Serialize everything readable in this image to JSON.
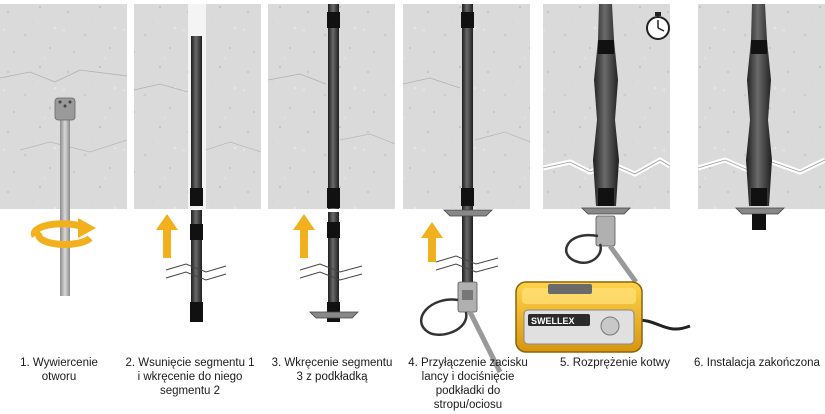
{
  "steps": [
    {
      "caption": "1. Wywiercenie\notworu"
    },
    {
      "caption": "2. Wsunięcie segmentu 1\ni wkręcenie do niego\nsegmentu 2"
    },
    {
      "caption": "3. Wkręcenie segmentu\n3 z podkładką"
    },
    {
      "caption": "4. Przyłączenie zacisku\nlancy i dociśnięcie\npodkładki do\nstropu/ociosu"
    },
    {
      "caption": "5. Rozprężenie kotwy"
    },
    {
      "caption": "6. Instalacja zakończona"
    }
  ],
  "device_brand": "SWELLEX",
  "colors": {
    "rock": "#dcdcdc",
    "arrow": "#f2b01c",
    "rod": "#3a3a3a",
    "device": "#f0b21a"
  },
  "icons": [
    "rotation-arrow-icon",
    "up-arrow-icon",
    "stopwatch-icon",
    "crack-line-icon"
  ]
}
